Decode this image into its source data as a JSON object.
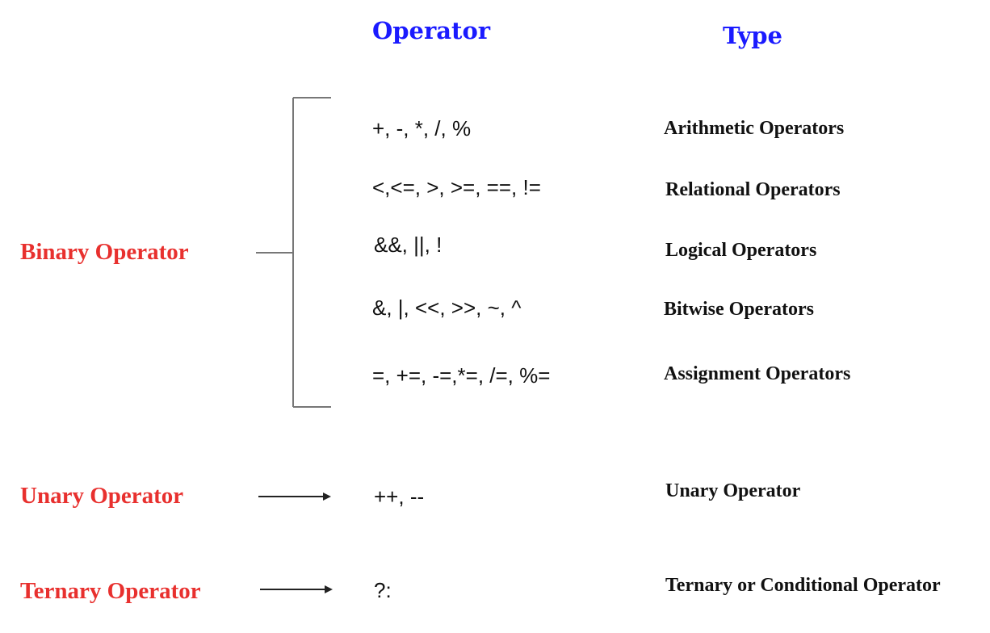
{
  "headers": {
    "operator": "Operator",
    "type": "Type"
  },
  "categories": {
    "binary": "Binary Operator",
    "unary": "Unary Operator",
    "ternary": "Ternary Operator"
  },
  "binary_rows": [
    {
      "operators": "+, -, *, /, %",
      "type": "Arithmetic Operators"
    },
    {
      "operators": "<,<=, >, >=, ==, !=",
      "type": "Relational Operators"
    },
    {
      "operators": "&&, ||, !",
      "type": "Logical Operators"
    },
    {
      "operators": "&, |, <<, >>, ~, ^",
      "type": "Bitwise Operators"
    },
    {
      "operators": "=, +=, -=,*=, /=, %=",
      "type": "Assignment Operators"
    }
  ],
  "unary_row": {
    "operators": "++, --",
    "type": "Unary Operator"
  },
  "ternary_row": {
    "operators": "?:",
    "type": "Ternary or Conditional Operator"
  },
  "colors": {
    "header": "#1a1aff",
    "category": "#e8302e",
    "text": "#111111",
    "line": "#777777"
  }
}
